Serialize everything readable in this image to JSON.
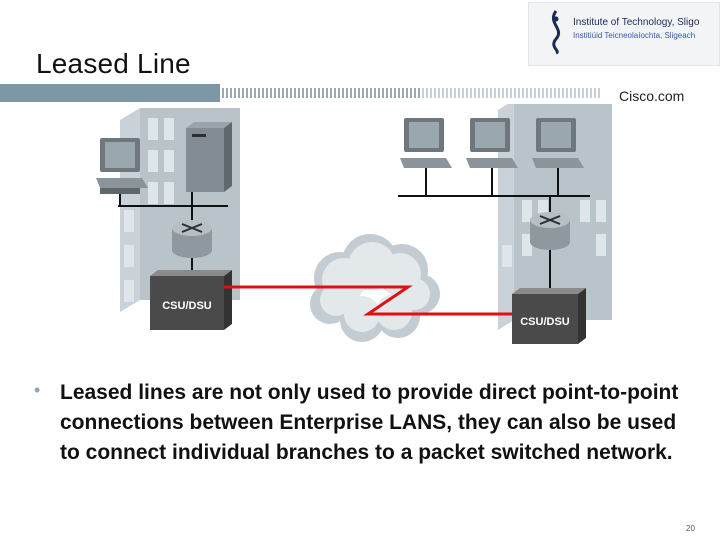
{
  "slide": {
    "title": "Leased Line",
    "institute": {
      "name_en": "Institute of Technology, Sligo",
      "name_ga": "Institiúid Teicneolaíochta, Sligeach"
    },
    "brand": "Cisco.com",
    "diagram": {
      "csu_dsu_left": "CSU/DSU",
      "csu_dsu_right": "CSU/DSU",
      "link_color": "#e01010"
    },
    "bullet": "Leased lines are not only used to provide direct point-to-point connections between Enterprise LANS, they can also be used to connect individual branches to a packet switched network.",
    "page_number": "20"
  }
}
